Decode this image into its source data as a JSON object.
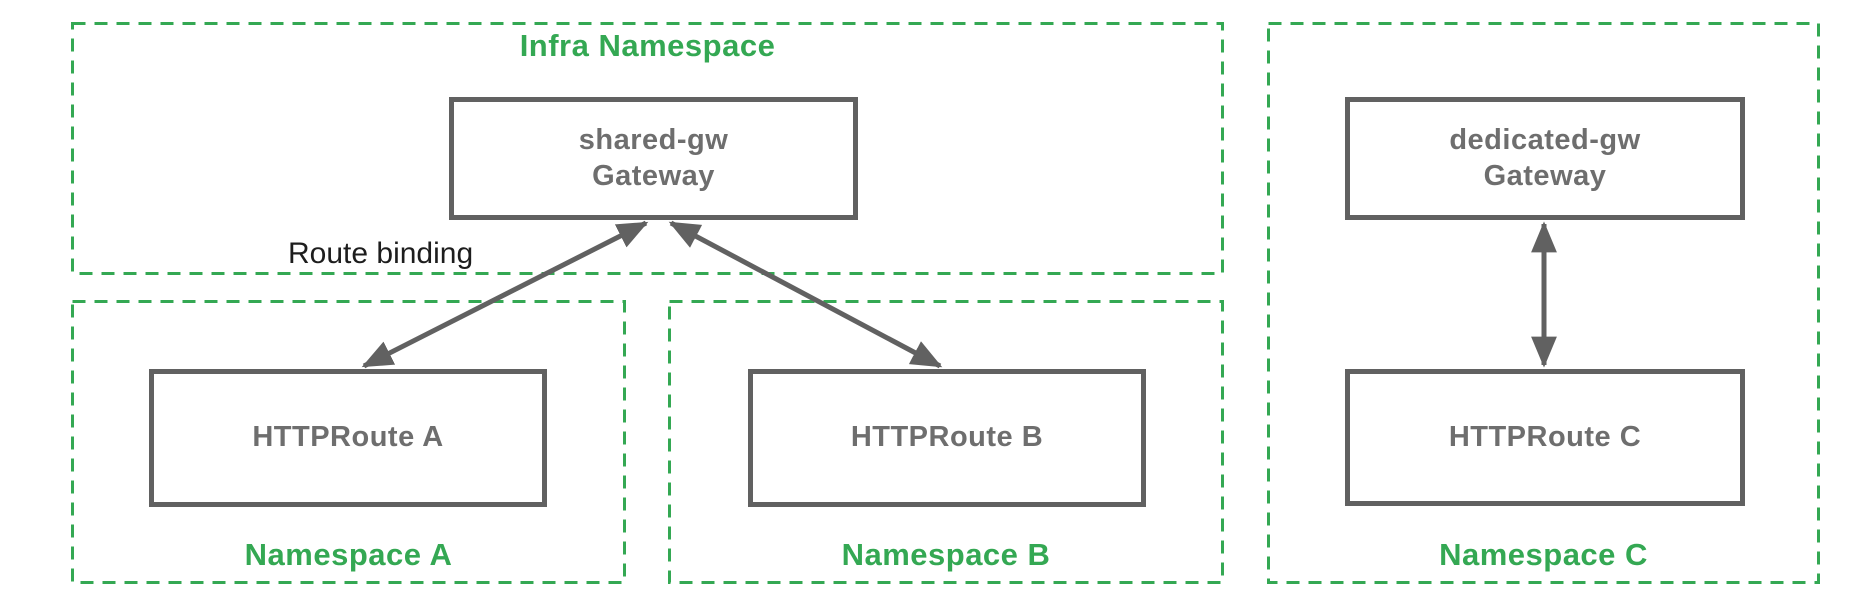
{
  "colors": {
    "green": "#34a853",
    "gray_border": "#616161",
    "gray_text": "#6e6e6e",
    "black_text": "#1d1d1d"
  },
  "namespaces": {
    "infra": {
      "label": "Infra Namespace"
    },
    "a": {
      "label": "Namespace A"
    },
    "b": {
      "label": "Namespace B"
    },
    "c": {
      "label": "Namespace C"
    }
  },
  "nodes": {
    "shared_gw": {
      "line1": "shared-gw",
      "line2": "Gateway"
    },
    "dedicated_gw": {
      "line1": "dedicated-gw",
      "line2": "Gateway"
    },
    "route_a": {
      "label": "HTTPRoute A"
    },
    "route_b": {
      "label": "HTTPRoute B"
    },
    "route_c": {
      "label": "HTTPRoute C"
    }
  },
  "annotations": {
    "route_binding": "Route binding"
  }
}
